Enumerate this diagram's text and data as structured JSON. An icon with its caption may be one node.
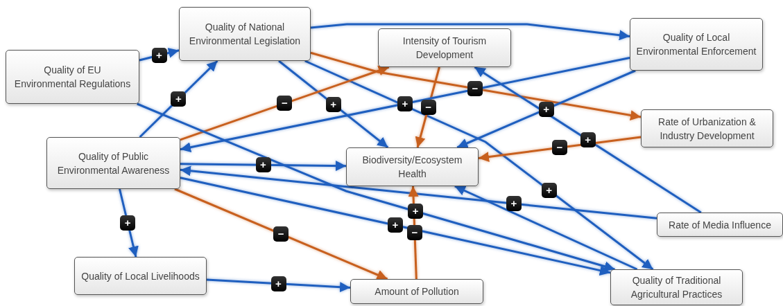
{
  "diagram": {
    "nodes": [
      {
        "text": [
          "Quality of EU Environmental Regulations"
        ]
      },
      {
        "text": [
          "Quality of National Environmental Legislation"
        ]
      },
      {
        "text": [
          "Intensity of Tourism Development"
        ]
      },
      {
        "text": [
          "Quality of Local Environmental Enforcement"
        ]
      },
      {
        "text": [
          "Quality of Public Environmental Awareness"
        ]
      },
      {
        "text": [
          "Rate of Urbanization & Industry Development"
        ]
      },
      {
        "text": [
          "Biodiversity/Ecosystem Health"
        ]
      },
      {
        "text": [
          "Rate of Media Influence"
        ]
      },
      {
        "text": [
          "Quality of Local Livelihoods"
        ]
      },
      {
        "text": [
          "Amount of Pollution"
        ]
      },
      {
        "text": [
          "Quality of Traditional Agricultural Practices"
        ]
      }
    ],
    "edges": [
      {
        "from": 0,
        "to": 1,
        "arrow": "to",
        "label": "+"
      },
      {
        "from": 4,
        "to": 1,
        "arrow": "to",
        "label": "+"
      },
      {
        "from": 1,
        "to": 3,
        "arrow": "to"
      },
      {
        "from": 1,
        "to": 6,
        "arrow": "to",
        "label": "+"
      },
      {
        "from": 1,
        "to": 10,
        "arrow": "to",
        "label": "+"
      },
      {
        "from": 1,
        "to": 5,
        "arrow": "to",
        "label": "−",
        "color": "#c8601e"
      },
      {
        "from": 4,
        "to": 2,
        "arrow": "to",
        "label": "−",
        "color": "#c8601e"
      },
      {
        "from": 2,
        "to": 6,
        "arrow": "to",
        "label": "−",
        "color": "#c8601e"
      },
      {
        "from": 3,
        "to": 4,
        "arrow": "to",
        "label": "+"
      },
      {
        "from": 3,
        "to": 6,
        "arrow": "to",
        "label": "+"
      },
      {
        "from": 7,
        "to": 2,
        "arrow": "to",
        "label": "+"
      },
      {
        "from": 5,
        "to": 6,
        "arrow": "to",
        "label": "−",
        "color": "#c8601e"
      },
      {
        "from": 4,
        "to": 6,
        "arrow": "to",
        "label": "+"
      },
      {
        "from": 7,
        "to": 4,
        "arrow": "to",
        "label": "+"
      },
      {
        "from": 0,
        "to": 10,
        "arrow": "to",
        "label": "+"
      },
      {
        "from": 4,
        "to": 10,
        "arrow": "to",
        "label": "+"
      },
      {
        "from": 9,
        "to": 6,
        "arrow": "to",
        "label": "−",
        "color": "#c8601e"
      },
      {
        "from": 4,
        "to": 9,
        "arrow": "to",
        "label": "−",
        "color": "#c8601e"
      },
      {
        "from": 4,
        "to": 8,
        "arrow": "to",
        "label": "+"
      },
      {
        "from": 8,
        "to": 9,
        "arrow": "to",
        "label": "+"
      },
      {
        "from": 10,
        "to": 6,
        "arrow": "to"
      }
    ]
  }
}
